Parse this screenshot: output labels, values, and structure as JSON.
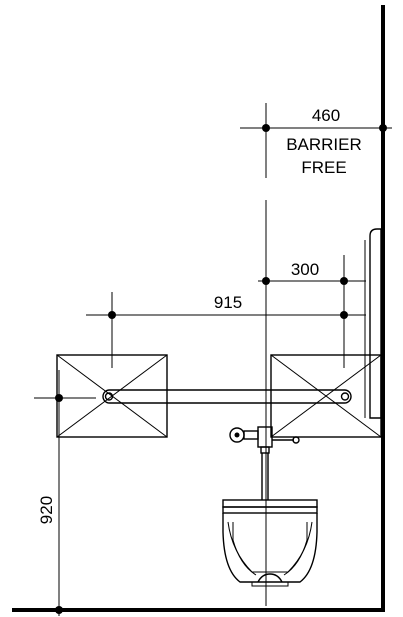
{
  "dimensions": {
    "barrier_free_value": "460",
    "barrier_free_line1": "BARRIER",
    "barrier_free_line2": "FREE",
    "bar_offset": "300",
    "bar_length": "915",
    "bar_height": "920"
  }
}
